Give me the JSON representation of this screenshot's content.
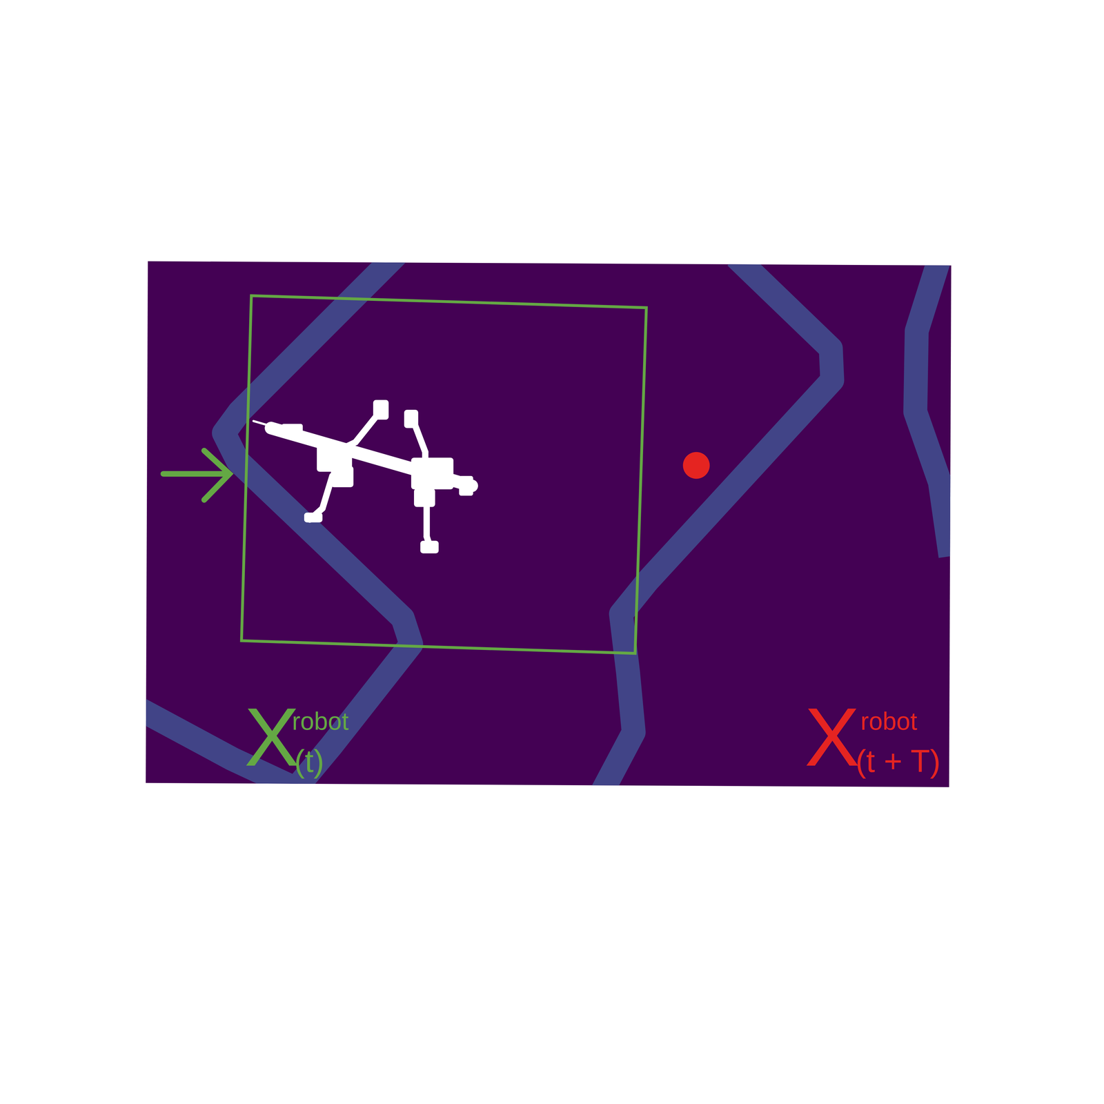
{
  "diagram": {
    "labels": [
      "X",
      "robot",
      "(t)",
      "X",
      "robot",
      "(t + T)"
    ]
  }
}
